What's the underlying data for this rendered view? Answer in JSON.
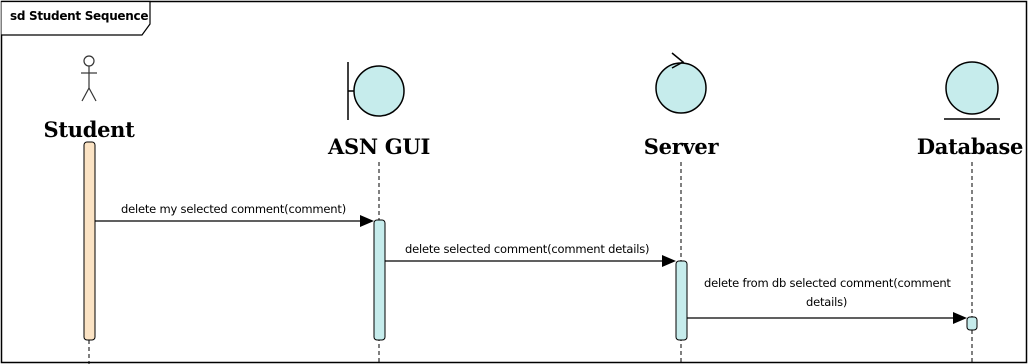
{
  "frame": {
    "title": "sd Student Sequence"
  },
  "participants": [
    {
      "id": "student",
      "name": "Student",
      "kind": "actor"
    },
    {
      "id": "asn-gui",
      "name": "ASN GUI",
      "kind": "boundary"
    },
    {
      "id": "server",
      "name": "Server",
      "kind": "control"
    },
    {
      "id": "database",
      "name": "Database",
      "kind": "entity"
    }
  ],
  "messages": [
    {
      "from": "Student",
      "to": "ASN GUI",
      "label": "delete my selected comment(comment)"
    },
    {
      "from": "ASN GUI",
      "to": "Server",
      "label": "delete selected comment(comment details)"
    },
    {
      "from": "Server",
      "to": "Database",
      "label_line1": "delete from db selected comment(comment",
      "label_line2": "details)"
    }
  ],
  "colors": {
    "actor_activation": "#fbe3c4",
    "object_fill": "#c6ecec",
    "line": "#000000"
  }
}
